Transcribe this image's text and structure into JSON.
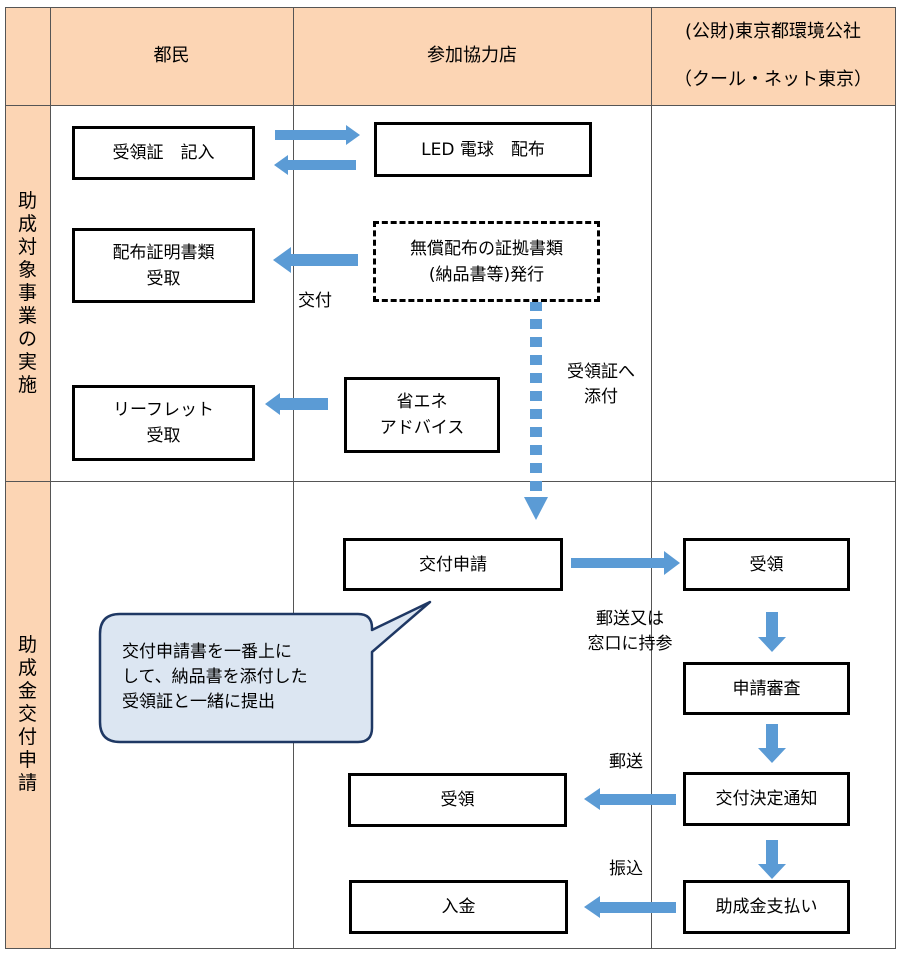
{
  "header": {
    "col1": "都民",
    "col2": "参加協力店",
    "col3": "(公財)東京都環境公社\n（クール・ネット東京）"
  },
  "sections": {
    "implementation": "助成対象事業の実施",
    "application": "助成金交付申請"
  },
  "boxes": {
    "receipt_fill": "受領証　記入",
    "led_distribute": "LED 電球　配布",
    "distribution_cert_receive": "配布証明書類\n受取",
    "free_distribution_docs": "無償配布の証拠書類\n(納品書等)発行",
    "leaflet_receive": "リーフレット\n受取",
    "energy_advice": "省エネ\nアドバイス",
    "grant_application": "交付申請",
    "receive_app": "受領",
    "application_review": "申請審査",
    "grant_decision": "交付決定通知",
    "receive_notice": "受領",
    "grant_payment": "助成金支払い",
    "deposit": "入金"
  },
  "labels": {
    "issue": "交付",
    "attach_to_receipt": "受領証へ\n添付",
    "mail_or_window": "郵送又は\n窓口に持参",
    "mail": "郵送",
    "transfer": "振込"
  },
  "callout": "交付申請書を一番上に\nして、納品書を添付した\n受領証と一緒に提出",
  "colors": {
    "header_fill": "#fcd5b4",
    "arrow": "#5b9bd5",
    "callout_fill": "#dce6f2",
    "callout_border": "#1f3864"
  }
}
